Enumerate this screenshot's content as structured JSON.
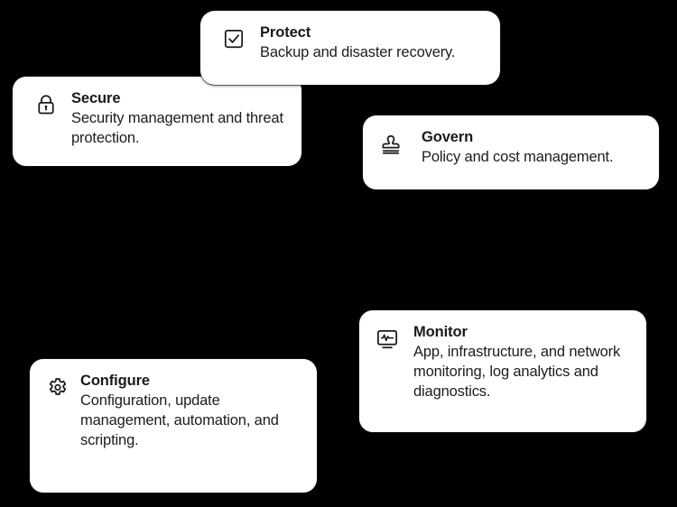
{
  "background_color": "#000000",
  "card_background_color": "#ffffff",
  "text_color": "#1a1a1a",
  "cards": [
    {
      "id": "protect",
      "icon": "checkbox-checked-icon",
      "title": "Protect",
      "description": "Backup and disaster recovery."
    },
    {
      "id": "secure",
      "icon": "padlock-icon",
      "title": "Secure",
      "description": "Security management and threat protection."
    },
    {
      "id": "govern",
      "icon": "stamp-icon",
      "title": "Govern",
      "description": "Policy and cost management."
    },
    {
      "id": "monitor",
      "icon": "monitor-pulse-icon",
      "title": "Monitor",
      "description": "App, infrastructure, and network monitoring, log analytics and diagnostics."
    },
    {
      "id": "configure",
      "icon": "gear-icon",
      "title": "Configure",
      "description": "Configuration, update management, automation, and scripting."
    }
  ]
}
